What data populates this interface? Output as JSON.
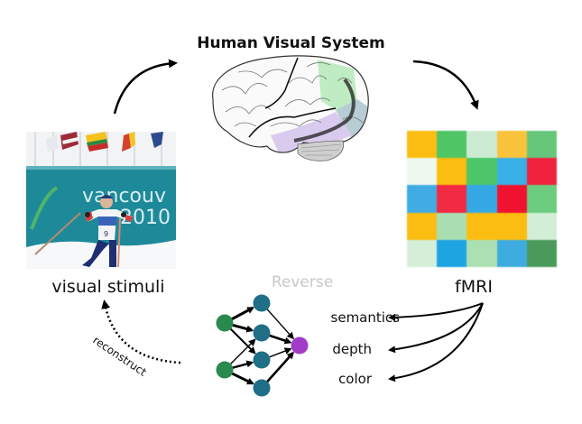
{
  "title": "Human Visual System",
  "nodes": {
    "stimuli": {
      "label": "visual stimuli",
      "photo_text": [
        "vancouv",
        "2010"
      ],
      "bib": "9"
    },
    "fmri": {
      "label": "fMRI"
    },
    "reverse": {
      "label": "Reverse"
    },
    "reconstruct": {
      "label": "reconstruct"
    }
  },
  "features": [
    "semantics",
    "depth",
    "color"
  ],
  "colors": {
    "green_node": "#2a8a4e",
    "teal_node": "#1f6f86",
    "purple_node": "#a23cc8",
    "brain_green": "#bfecc2",
    "brain_purple": "#d9cbee",
    "brain_blue": "#b7ccd4"
  },
  "fmri_grid": [
    [
      "#fbbd12",
      "#4fc566",
      "#cdebd2",
      "#f9c33a",
      "#66c77b"
    ],
    [
      "#eef8ee",
      "#fbbd12",
      "#4ec669",
      "#3ab0e6",
      "#f0233f"
    ],
    [
      "#41ace3",
      "#f12a44",
      "#34a9e4",
      "#f0132f",
      "#6ccc7e"
    ],
    [
      "#fbbd12",
      "#a9dfb0",
      "#fbbd12",
      "#fbbd12",
      "#d2eed5"
    ],
    [
      "#d5eed8",
      "#1fa4e2",
      "#abe0b3",
      "#3eacdf",
      "#4a9a5b"
    ]
  ]
}
